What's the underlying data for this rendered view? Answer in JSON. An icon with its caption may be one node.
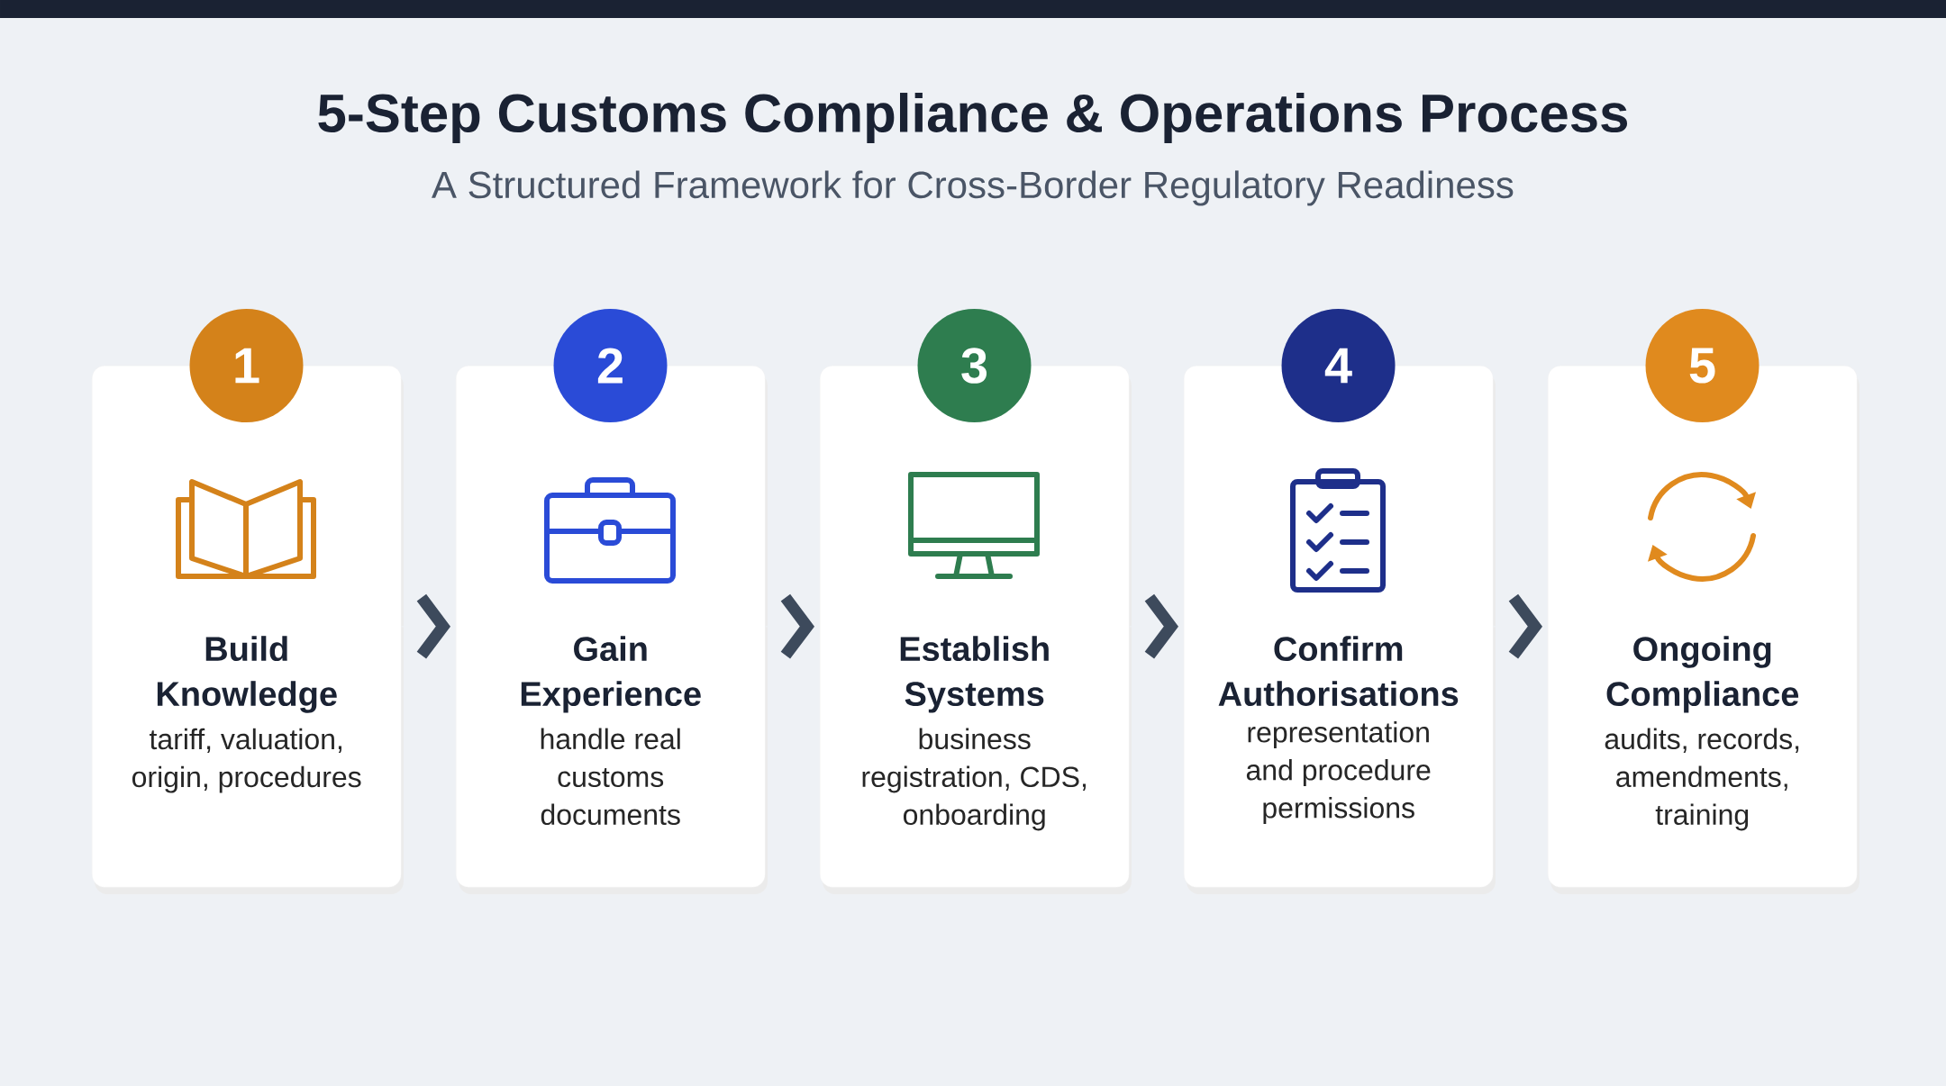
{
  "diagram": {
    "title": "5-Step Customs Compliance & Operations Process",
    "caption": "A Structured Framework for Cross-Border Regulatory Readiness",
    "nodes": [
      {
        "text": [
          "1"
        ]
      },
      {
        "text": [
          "Build Knowledge",
          "tariff, valuation, origin, procedures"
        ]
      },
      {
        "text": [
          "2"
        ]
      },
      {
        "text": [
          "Gain Experience",
          "handle real customs documents"
        ]
      },
      {
        "text": [
          "3"
        ]
      },
      {
        "text": [
          "Establish Systems",
          "business registration, CDS, onboarding"
        ]
      },
      {
        "text": [
          "4"
        ]
      },
      {
        "text": [
          "Confirm Authorisations",
          "representation and procedure permissions"
        ]
      },
      {
        "text": [
          "5"
        ]
      },
      {
        "text": [
          "Ongoing Compliance",
          "audits, records, amendments, training"
        ]
      }
    ],
    "edges": [
      {
        "from": 1,
        "to": 3,
        "arrow": "to"
      },
      {
        "from": 3,
        "to": 5,
        "arrow": "to"
      },
      {
        "from": 5,
        "to": 7,
        "arrow": "to"
      },
      {
        "from": 7,
        "to": 9,
        "arrow": "to"
      }
    ]
  }
}
